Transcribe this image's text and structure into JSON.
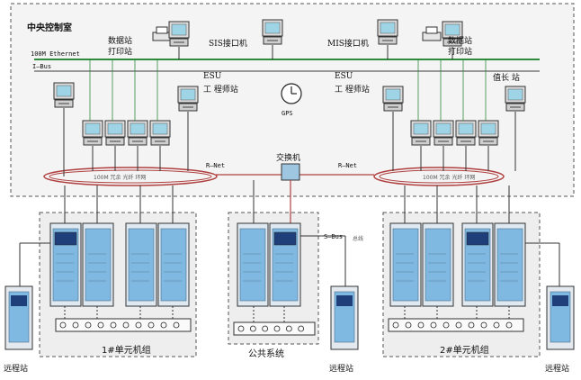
{
  "colors": {
    "control_room_bg": "#f3f3f3",
    "ethernet_bus": "#2e8b3a",
    "ring": "#b04040",
    "cabinet_blue": "#7fb8e0",
    "monitor_screen": "#9fd3e6",
    "frame_dash": "#555555"
  },
  "control_room": {
    "title": "中央控制室",
    "ethernet_label": "100M Ethernet",
    "ibus_label": "I—Bus",
    "gps_label": "GPS",
    "switch_label": "交换机"
  },
  "stations": {
    "data_print_left": [
      "数据站",
      "打印站"
    ],
    "data_print_right": [
      "数据站",
      "打印站"
    ],
    "sis_interface": "SIS接口机",
    "mis_interface": "MIS接口机",
    "esu_left": [
      "ESU",
      "工 程师站"
    ],
    "esu_right": [
      "ESU",
      "工 程师站"
    ],
    "duty_station": "值长 站"
  },
  "network": {
    "rnet_left": "R—Net",
    "rnet_right": "R—Net",
    "ring_left_text": "100M 冗余 光纤 环网",
    "ring_right_text": "100M 冗余 光纤 环网",
    "sbus_label": "S—Bus",
    "sbus_note": "总线"
  },
  "units": {
    "unit1": "1#单元机组",
    "common": "公共系统",
    "unit2": "2#单元机组",
    "remote_left": "远程站",
    "remote_mid": "远程站",
    "remote_right": "远程站"
  }
}
